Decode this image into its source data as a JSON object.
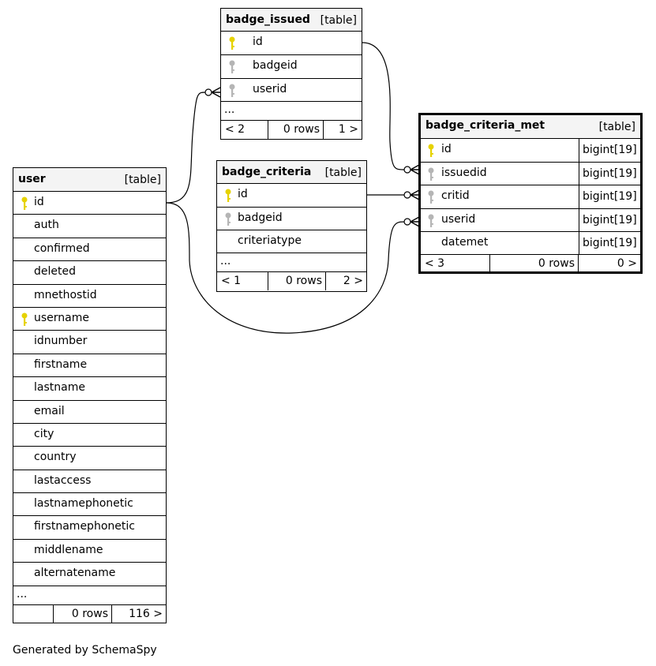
{
  "tables": {
    "badge_issued": {
      "name": "badge_issued",
      "kind": "[table]",
      "columns": [
        "id",
        "badgeid",
        "userid"
      ],
      "more": "...",
      "footer": {
        "parents": "< 2",
        "rows": "0 rows",
        "children": "1 >"
      }
    },
    "badge_criteria": {
      "name": "badge_criteria",
      "kind": "[table]",
      "columns": [
        "id",
        "badgeid",
        "criteriatype"
      ],
      "more": "...",
      "footer": {
        "parents": "< 1",
        "rows": "0 rows",
        "children": "2 >"
      }
    },
    "badge_criteria_met": {
      "name": "badge_criteria_met",
      "kind": "[table]",
      "columns": [
        {
          "name": "id",
          "type": "bigint[19]"
        },
        {
          "name": "issuedid",
          "type": "bigint[19]"
        },
        {
          "name": "critid",
          "type": "bigint[19]"
        },
        {
          "name": "userid",
          "type": "bigint[19]"
        },
        {
          "name": "datemet",
          "type": "bigint[19]"
        }
      ],
      "footer": {
        "parents": "< 3",
        "rows": "0 rows",
        "children": "0 >"
      }
    },
    "user": {
      "name": "user",
      "kind": "[table]",
      "columns": [
        "id",
        "auth",
        "confirmed",
        "deleted",
        "mnethostid",
        "username",
        "idnumber",
        "firstname",
        "lastname",
        "email",
        "city",
        "country",
        "lastaccess",
        "lastnamephonetic",
        "firstnamephonetic",
        "middlename",
        "alternatename"
      ],
      "more": "...",
      "footer": {
        "parents": "",
        "rows": "0 rows",
        "children": "116 >"
      }
    }
  },
  "credit": "Generated by SchemaSpy",
  "colors": {
    "primary_key": "#e6d200",
    "foreign_key": "#b5b5b5",
    "header_bg": "#f4f4f4"
  }
}
